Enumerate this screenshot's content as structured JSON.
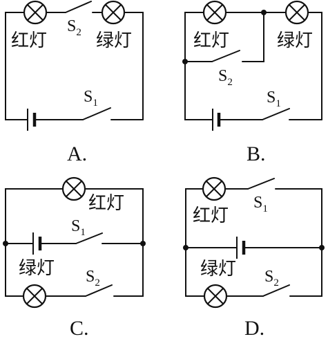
{
  "labels": {
    "red_lamp": "红灯",
    "green_lamp": "绿灯",
    "switch_letter": "S",
    "switch_1_sub": "1",
    "switch_2_sub": "2"
  },
  "options": [
    {
      "letter": "A."
    },
    {
      "letter": "B."
    },
    {
      "letter": "C."
    },
    {
      "letter": "D."
    }
  ]
}
